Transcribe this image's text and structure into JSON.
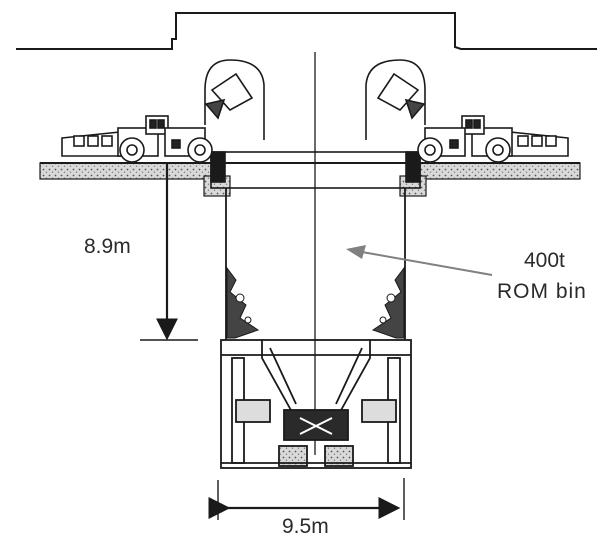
{
  "diagram": {
    "labels": {
      "depth": "8.9m",
      "bin_capacity": "400t",
      "bin_name": "ROM bin",
      "width": "9.5m"
    },
    "colors": {
      "line": "#1a1a1a",
      "ground_fill": "#cfcfcf",
      "concrete_fill": "#bdbdbd",
      "label_text": "#2a2a2a",
      "arrow_grey": "#808080"
    }
  }
}
